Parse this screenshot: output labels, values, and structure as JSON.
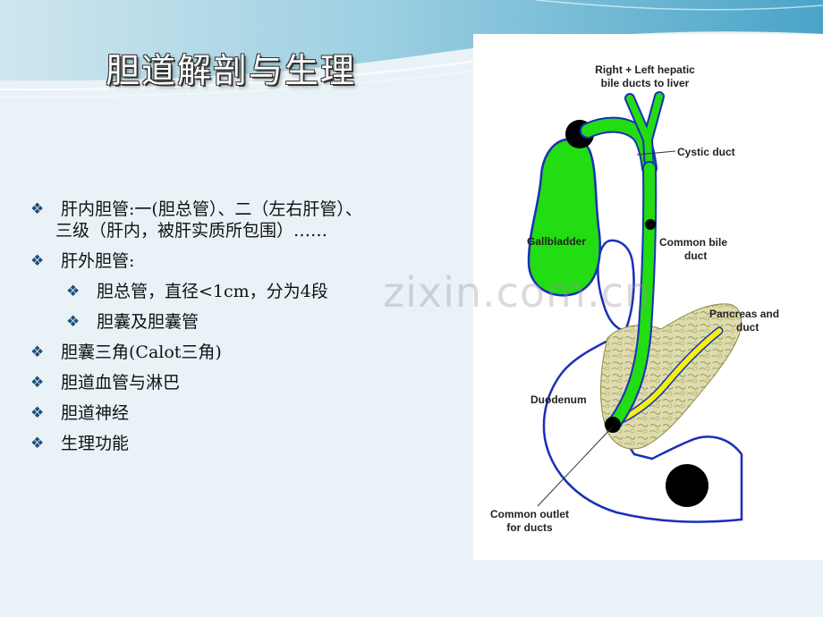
{
  "slide": {
    "title": "胆道解剖与生理",
    "watermark": "zixin.com.cn",
    "bullets": [
      {
        "level": 1,
        "line1": "肝内胆管:一(胆总管）、二（左右肝管）、",
        "line2": "三级（肝内，被肝实质所包围）……"
      },
      {
        "level": 1,
        "line1": "肝外胆管:"
      },
      {
        "level": 2,
        "line1": "胆总管，直径<1cm，分为4段"
      },
      {
        "level": 2,
        "line1": " 胆囊及胆囊管"
      },
      {
        "level": 1,
        "line1": " 胆囊三角(Calot三角)"
      },
      {
        "level": 1,
        "line1": "胆道血管与淋巴"
      },
      {
        "level": 1,
        "line1": " 胆道神经"
      },
      {
        "level": 1,
        "line1": " 生理功能"
      }
    ]
  },
  "diagram": {
    "labels": {
      "hepatic_line1": "Right + Left hepatic",
      "hepatic_line2": "bile ducts to liver",
      "cystic": "Cystic duct",
      "gallbladder": "Gallbladder",
      "cbd_line1": "Common bile",
      "cbd_line2": "duct",
      "pancreas_line1": "Pancreas and",
      "pancreas_line2": "duct",
      "duodenum": "Duodenum",
      "outlet_line1": "Common outlet",
      "outlet_line2": "for ducts"
    },
    "colors": {
      "bile_green": "#22dd11",
      "outline_blue": "#1a2fb8",
      "pancreas": "#d8d7a0",
      "pancreatic_duct": "#f4f011"
    }
  }
}
